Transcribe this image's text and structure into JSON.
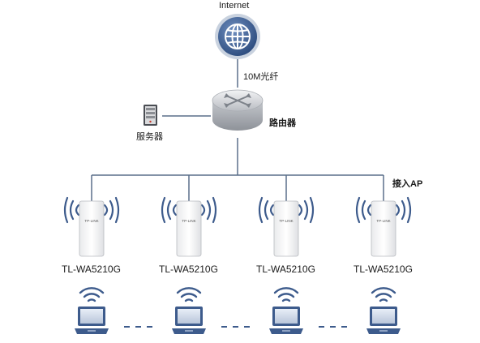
{
  "internet": {
    "label": "Internet"
  },
  "uplink": {
    "label": "10M光纤"
  },
  "router": {
    "label": "路由器"
  },
  "server": {
    "label": "服务器"
  },
  "ap_group": {
    "label": "接入AP"
  },
  "access_points": [
    {
      "model": "TL-WA5210G",
      "brand": "TP-LINK"
    },
    {
      "model": "TL-WA5210G",
      "brand": "TP-LINK"
    },
    {
      "model": "TL-WA5210G",
      "brand": "TP-LINK"
    },
    {
      "model": "TL-WA5210G",
      "brand": "TP-LINK"
    }
  ],
  "clients": [
    {
      "icon": "laptop-wifi-icon"
    },
    {
      "icon": "laptop-wifi-icon"
    },
    {
      "icon": "laptop-wifi-icon"
    },
    {
      "icon": "laptop-wifi-icon"
    }
  ],
  "colors": {
    "line": "#5a6f8a",
    "globe": "#3d5b8c",
    "laptop": "#3d5b8c",
    "router_body": "#c9cbcf"
  }
}
